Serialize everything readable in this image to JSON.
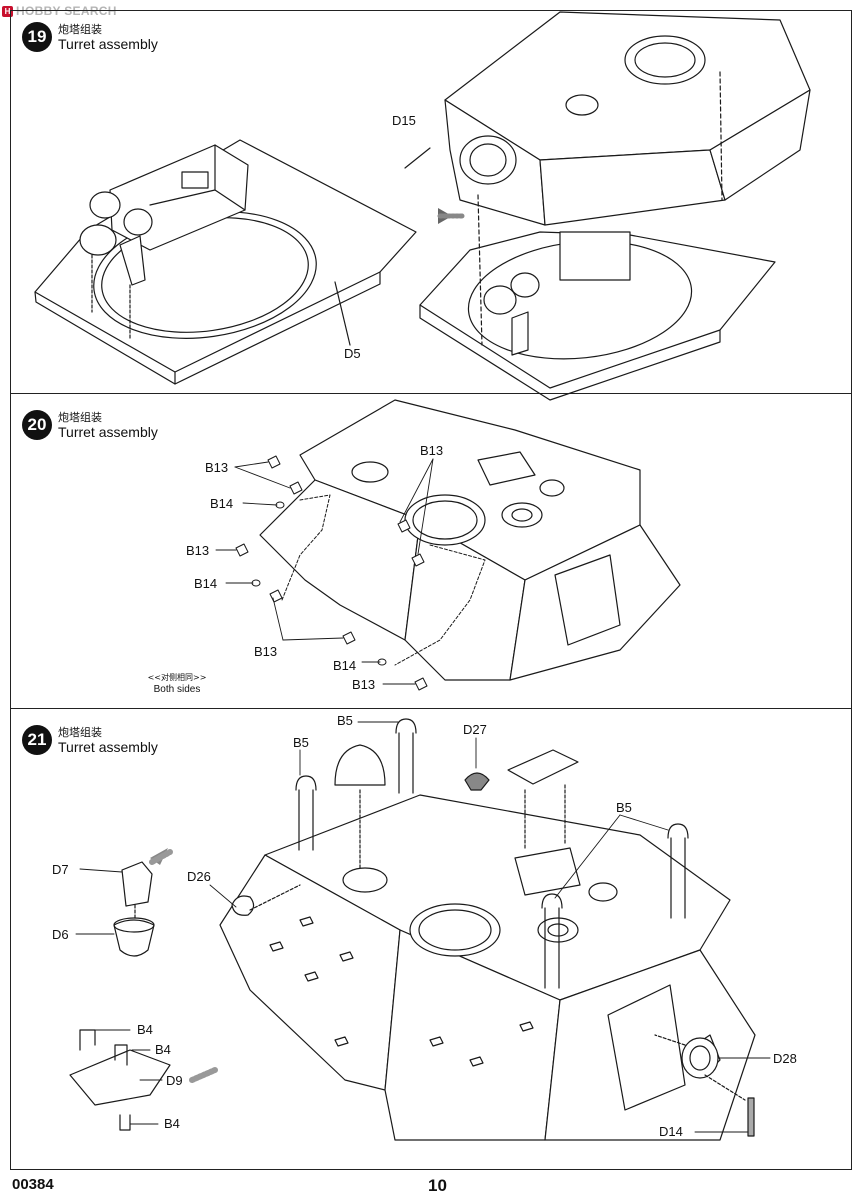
{
  "watermark": {
    "badge": "H",
    "text": "HOBBY SEARCH"
  },
  "steps": [
    {
      "number": "19",
      "title_cn": "炮塔组装",
      "title_en": "Turret assembly"
    },
    {
      "number": "20",
      "title_cn": "炮塔组装",
      "title_en": "Turret assembly"
    },
    {
      "number": "21",
      "title_cn": "炮塔组装",
      "title_en": "Turret assembly"
    }
  ],
  "labels": {
    "s19": {
      "d15": "D15",
      "d5": "D5"
    },
    "s20": {
      "b13_a": "B13",
      "b13_b": "B13",
      "b14_a": "B14",
      "b13_c": "B13",
      "b14_b": "B14",
      "b13_d": "B13",
      "b14_c": "B14",
      "b13_e": "B13",
      "note_cn": "<<对侧相同>>",
      "note_en": "Both sides"
    },
    "s21": {
      "b5_a": "B5",
      "b5_b": "B5",
      "d27": "D27",
      "b5_c": "B5",
      "d7": "D7",
      "d26": "D26",
      "d6": "D6",
      "b4_a": "B4",
      "b4_b": "B4",
      "d9": "D9",
      "b4_c": "B4",
      "d28": "D28",
      "d14": "D14"
    }
  },
  "footer": {
    "code": "00384",
    "page": "10"
  }
}
